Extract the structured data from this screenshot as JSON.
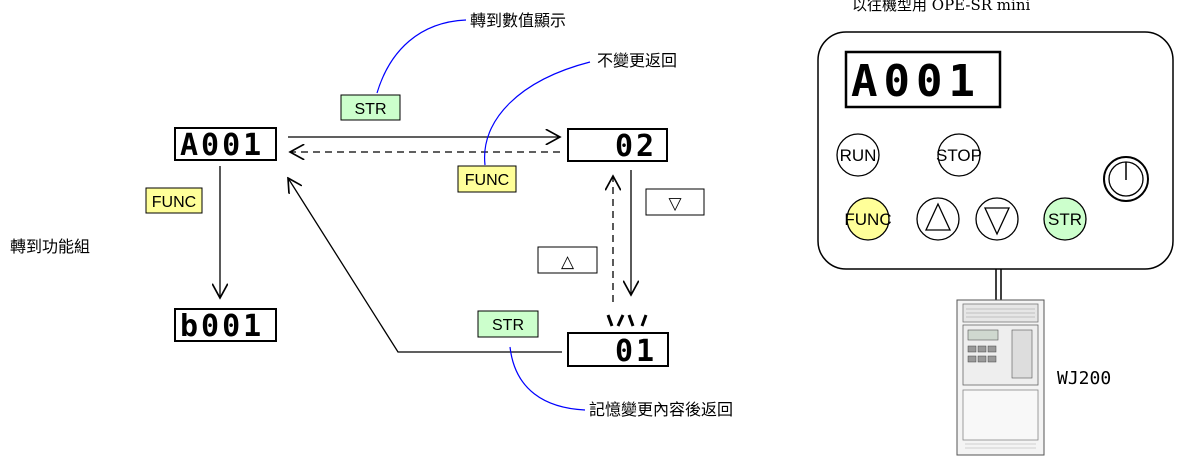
{
  "displays": {
    "main": "A001",
    "value_02": "02",
    "value_01": "01",
    "group_b": "b001",
    "panel": "A001"
  },
  "labels": {
    "to_value": "轉到數值顯示",
    "no_change": "不變更返回",
    "to_group": "轉到功能組",
    "save_return": "記憶變更內容後返回",
    "panel_caption": "以往機型用 OPE-SR mini",
    "model": "WJ200"
  },
  "keys": {
    "str": "STR",
    "func": "FUNC",
    "run": "RUN",
    "stop": "STOP",
    "up": "△",
    "down": "▽"
  },
  "colors": {
    "str_fill": "#ccffcc",
    "func_fill": "#ffff99",
    "func_key_fill": "#ffff99",
    "str_key_fill": "#ccffcc",
    "callout_line": "#0000ff"
  }
}
